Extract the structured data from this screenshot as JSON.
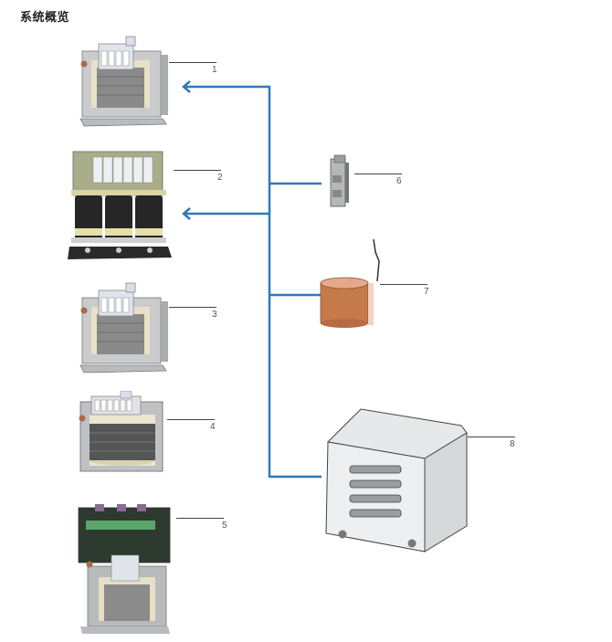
{
  "header": {
    "title": "系统概览"
  },
  "colors": {
    "connector": "#2f79b8",
    "callout": "#444444"
  },
  "components": [
    {
      "id": 1,
      "label": "1",
      "kind": "single-phase transformer"
    },
    {
      "id": 2,
      "label": "2",
      "kind": "three-phase transformer"
    },
    {
      "id": 3,
      "label": "3",
      "kind": "single-phase transformer"
    },
    {
      "id": 4,
      "label": "4",
      "kind": "toroidal-winding transformer"
    },
    {
      "id": 5,
      "label": "5",
      "kind": "power supply module with transformer"
    },
    {
      "id": 6,
      "label": "6",
      "kind": "DIN-rail terminal module"
    },
    {
      "id": 7,
      "label": "7",
      "kind": "copper shield coil"
    },
    {
      "id": 8,
      "label": "8",
      "kind": "protective enclosure"
    }
  ]
}
